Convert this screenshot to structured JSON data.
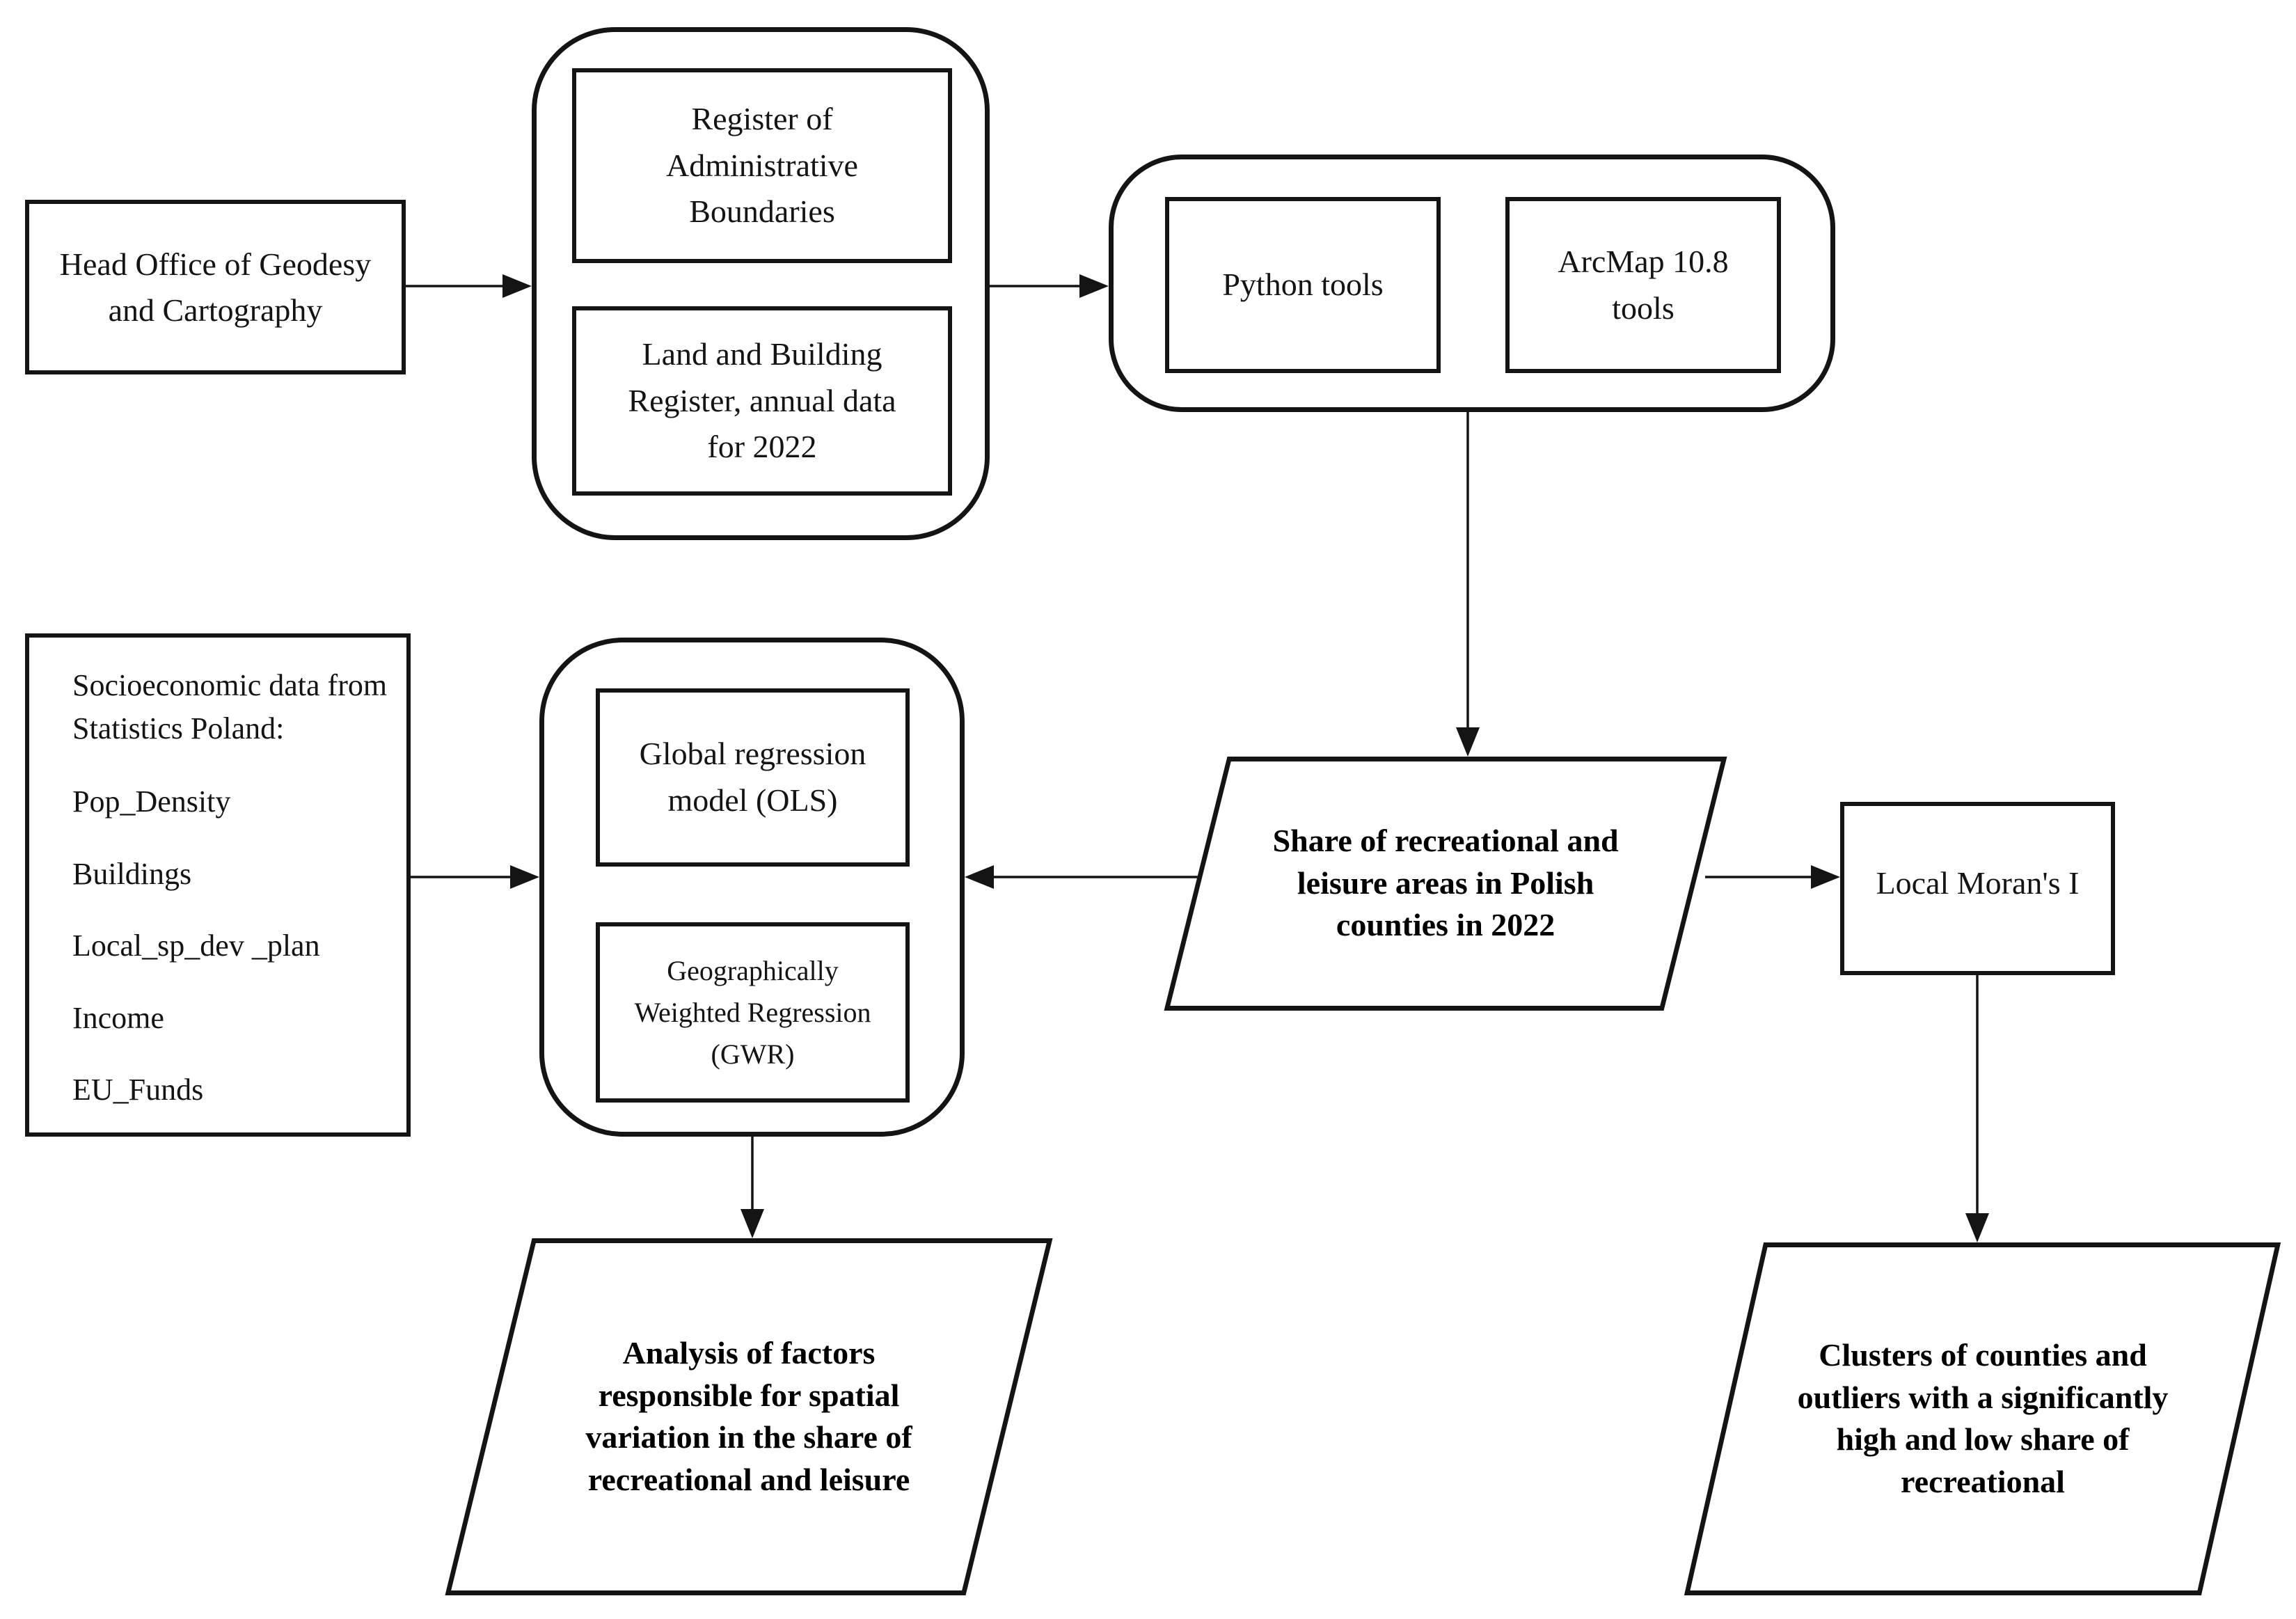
{
  "diagram_title": "Research workflow flowchart",
  "colors": {
    "stroke": "#141414",
    "background": "#ffffff",
    "text": "#141414",
    "bold_text": "#000000"
  },
  "nodes": {
    "head_office": "Head Office of Geodesy and Cartography",
    "register_admin": "Register of Administrative Boundaries",
    "land_building": "Land and Building Register, annual data for 2022",
    "python_tools": "Python tools",
    "arcmap_tools": "ArcMap 10.8 tools",
    "socio_title": "Socioeconomic data from Statistics Poland:",
    "socio_items": [
      "Pop_Density",
      "Buildings",
      "Local_sp_dev _plan",
      "Income",
      "EU_Funds"
    ],
    "global_regression": "Global regression model (OLS)",
    "gwr": "Geographically Weighted Regression (GWR)",
    "share_output": "Share of recreational and leisure areas in Polish counties in 2022",
    "local_moran": "Local Moran's I",
    "analysis_output": "Analysis of factors responsible for spatial variation in the share of recreational and leisure",
    "clusters_output": "Clusters of counties and outliers with a significantly high and low share of recreational"
  },
  "arrows": [
    "head-office-to-registers",
    "registers-to-tools",
    "tools-to-share",
    "share-to-regression",
    "share-to-local-moran",
    "socio-to-regression",
    "regression-to-analysis",
    "local-moran-to-clusters"
  ]
}
